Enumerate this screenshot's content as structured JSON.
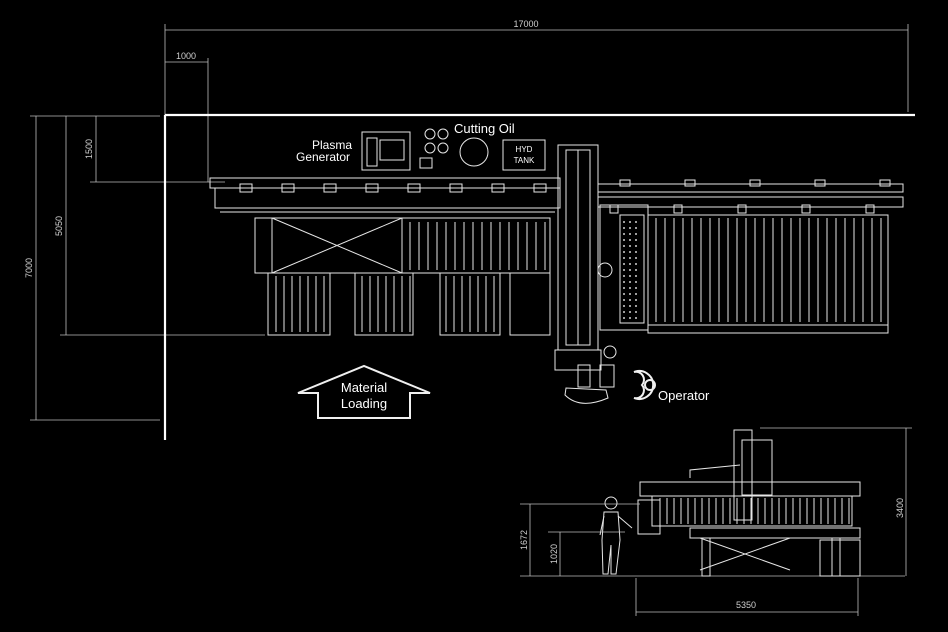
{
  "dimensions": {
    "overall_length": "17000",
    "offset_left": "1000",
    "offset_top": "1500",
    "inner_height": "5050",
    "overall_height": "7000",
    "operator_height": "1672",
    "table_height": "1020",
    "side_width": "5350",
    "machine_height": "3400"
  },
  "labels": {
    "plasma_line1": "Plasma",
    "plasma_line2": "Generator",
    "cutting_oil": "Cutting Oil",
    "hyd_line1": "HYD",
    "hyd_line2": "TANK",
    "material_line1": "Material",
    "material_line2": "Loading",
    "operator": "Operator"
  },
  "colors": {
    "background": "#000000",
    "lines": "#e6e6e6"
  }
}
